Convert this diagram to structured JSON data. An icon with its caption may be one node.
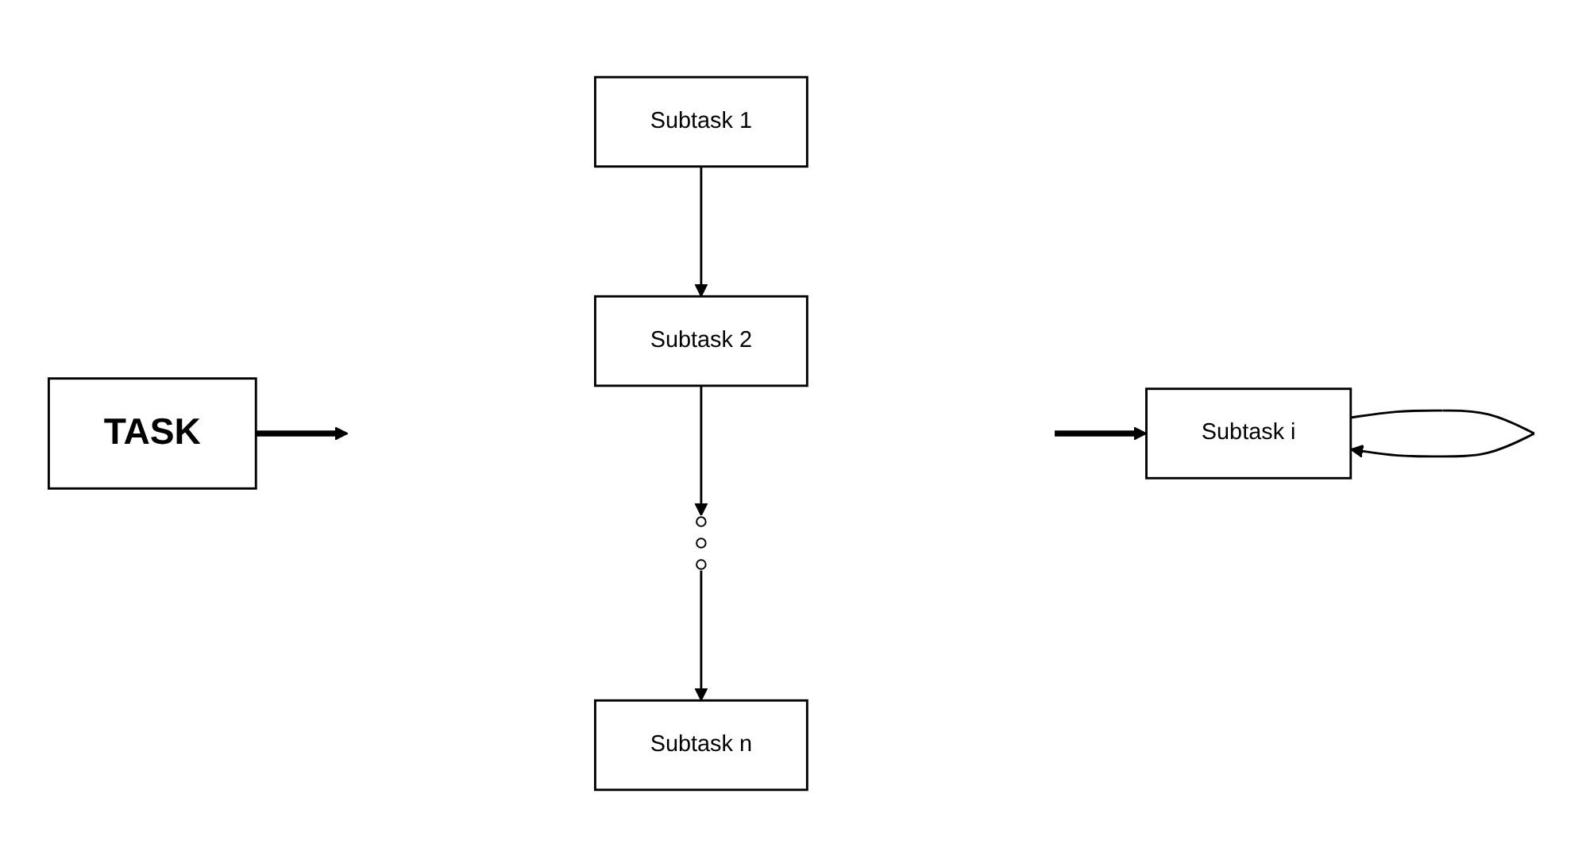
{
  "diagram": {
    "nodes": [
      {
        "text": [
          "TASK"
        ]
      },
      {
        "text": [
          "Subtask 1"
        ]
      },
      {
        "text": [
          "Subtask 2"
        ]
      },
      {
        "text": [
          "Subtask n"
        ]
      },
      {
        "text": [
          "Subtask i"
        ]
      },
      {
        "text": [],
        "shape": "dots"
      }
    ],
    "edges": [
      {
        "from": 0,
        "to": null,
        "arrow": "to",
        "style": "thick"
      },
      {
        "from": 1,
        "to": 2,
        "arrow": "to"
      },
      {
        "from": 2,
        "to": 5,
        "arrow": "to"
      },
      {
        "from": 5,
        "to": 3,
        "arrow": "to"
      },
      {
        "from": null,
        "to": 4,
        "arrow": "to",
        "style": "thick"
      },
      {
        "from": 4,
        "to": 4,
        "arrow": "to"
      }
    ]
  }
}
